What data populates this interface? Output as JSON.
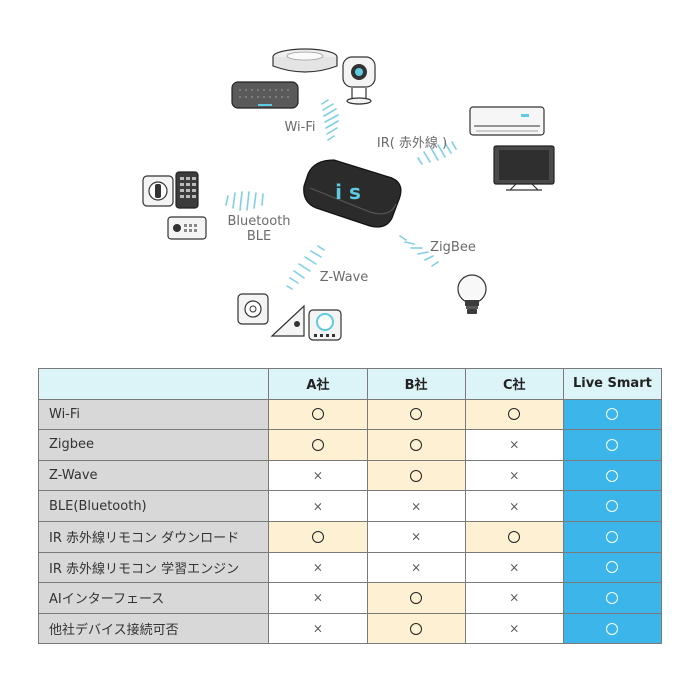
{
  "diagram": {
    "labels": {
      "wifi": "Wi-Fi",
      "ir": "IR( 赤外線 )",
      "bluetooth_line1": "Bluetooth",
      "bluetooth_line2": "BLE",
      "zigbee": "ZigBee",
      "zwave": "Z-Wave"
    },
    "hub_logo": "i s",
    "colors": {
      "accent": "#5fcbe3",
      "wave": "#7ed0e4",
      "hub": "#2b2b2b"
    },
    "devices": [
      "ceiling-light",
      "smart-speaker",
      "camera",
      "air-conditioner",
      "tv",
      "smart-lock",
      "keypad",
      "light-bulb",
      "sensor",
      "switch",
      "door-sensor"
    ]
  },
  "table": {
    "columns": [
      "",
      "A社",
      "B社",
      "C社",
      "Live Smart"
    ],
    "rows": [
      {
        "feature": "Wi-Fi",
        "a": "o",
        "b": "o",
        "c": "o",
        "live": "o",
        "highlight": [
          true,
          true,
          true
        ]
      },
      {
        "feature": "Zigbee",
        "a": "o",
        "b": "o",
        "c": "x",
        "live": "o",
        "highlight": [
          true,
          true,
          false
        ]
      },
      {
        "feature": "Z-Wave",
        "a": "x",
        "b": "o",
        "c": "x",
        "live": "o",
        "highlight": [
          false,
          true,
          false
        ]
      },
      {
        "feature": "BLE(Bluetooth)",
        "a": "x",
        "b": "x",
        "c": "x",
        "live": "o",
        "highlight": [
          false,
          false,
          false
        ]
      },
      {
        "feature": "IR 赤外線リモコン ダウンロード",
        "a": "o",
        "b": "x",
        "c": "o",
        "live": "o",
        "highlight": [
          true,
          false,
          true
        ]
      },
      {
        "feature": "IR 赤外線リモコン 学習エンジン",
        "a": "x",
        "b": "x",
        "c": "x",
        "live": "o",
        "highlight": [
          false,
          false,
          false
        ]
      },
      {
        "feature": "AIインターフェース",
        "a": "x",
        "b": "o",
        "c": "x",
        "live": "o",
        "highlight": [
          false,
          true,
          false
        ]
      },
      {
        "feature": "他社デバイス接続可否",
        "a": "x",
        "b": "o",
        "c": "x",
        "live": "o",
        "highlight": [
          false,
          true,
          false
        ]
      }
    ],
    "marks": {
      "o": "",
      "x": "×"
    },
    "colors": {
      "header": "#dcf3f7",
      "feature": "#d8d8d8",
      "highlight": "#fdf0d3",
      "live": "#3bb5ea"
    }
  }
}
